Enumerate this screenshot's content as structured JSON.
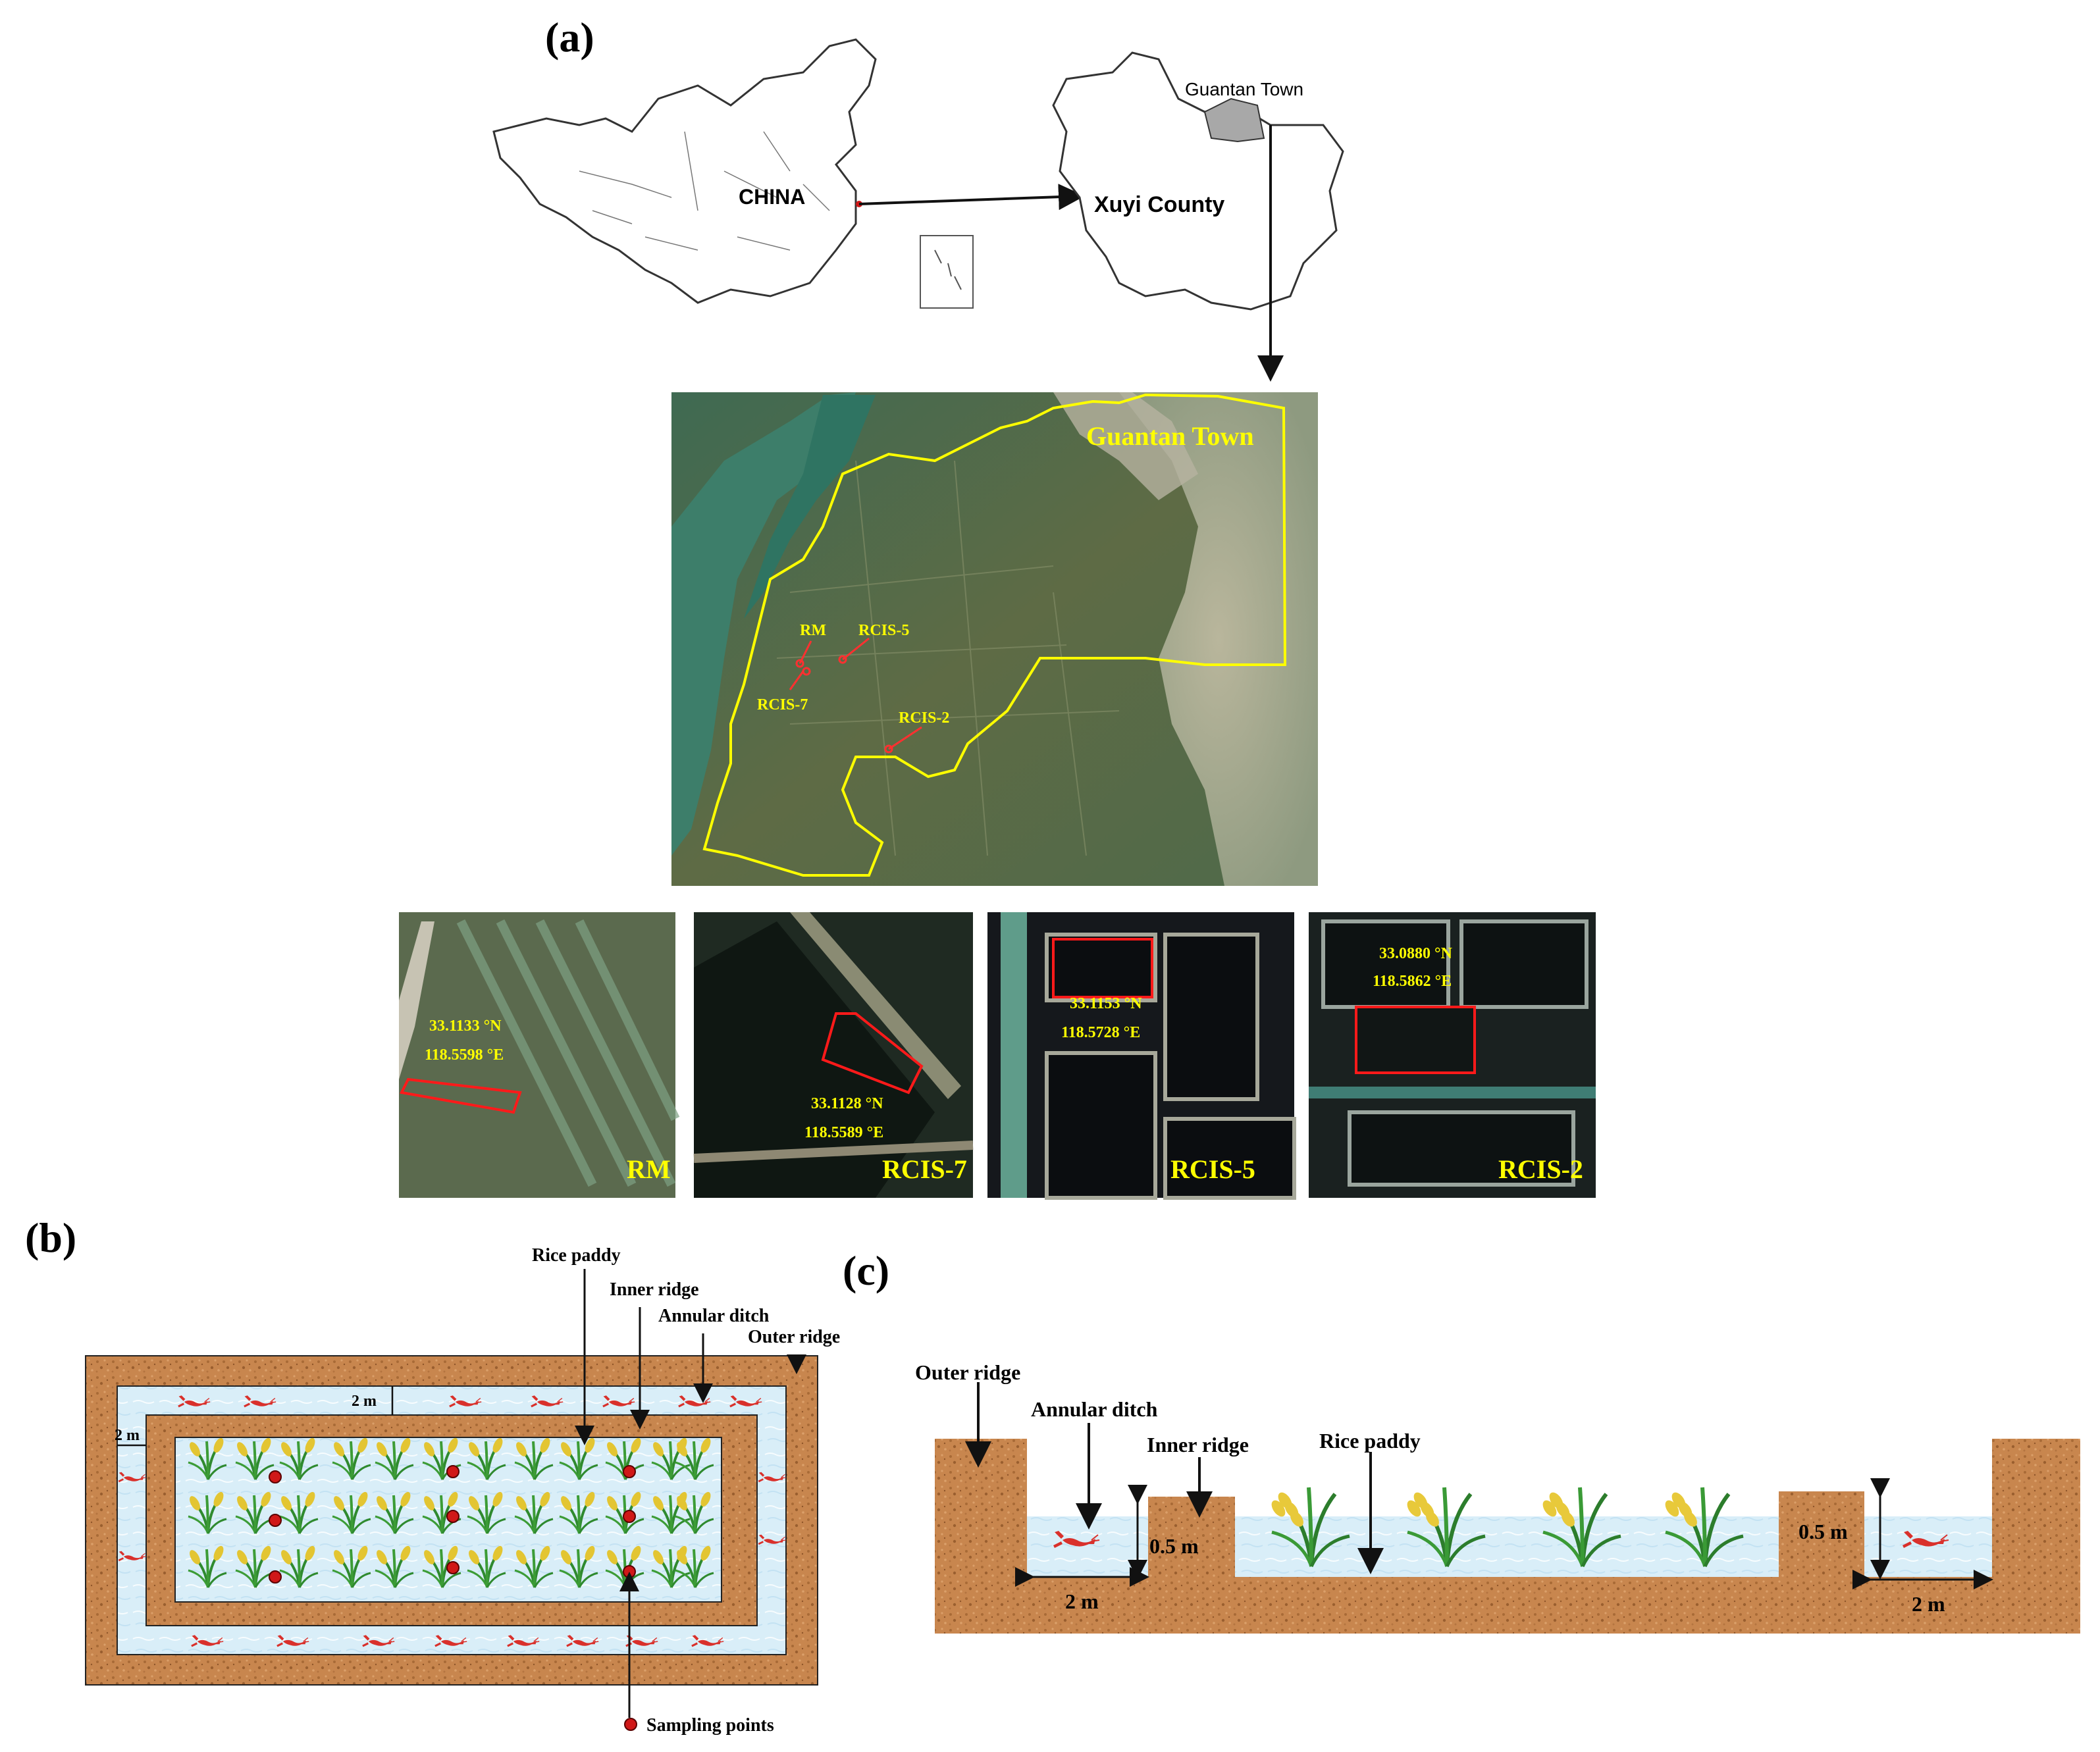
{
  "panel_a": {
    "label": "(a)",
    "china_label": "CHINA",
    "county_label": "Xuyi County",
    "town_label": "Guantan Town",
    "satellite_town_label": "Guantan Town",
    "site_labels": {
      "rm": "RM",
      "rcis5": "RCIS-5",
      "rcis7": "RCIS-7",
      "rcis2": "RCIS-2"
    },
    "thumbnails": [
      {
        "name": "RM",
        "lat": "33.1133 °N",
        "lon": "118.5598 °E"
      },
      {
        "name": "RCIS-7",
        "lat": "33.1128 °N",
        "lon": "118.5589 °E"
      },
      {
        "name": "RCIS-5",
        "lat": "33.1153 °N",
        "lon": "118.5728 °E"
      },
      {
        "name": "RCIS-2",
        "lat": "33.0880 °N",
        "lon": "118.5862 °E"
      }
    ]
  },
  "panel_b": {
    "label": "(b)",
    "rice_paddy": "Rice paddy",
    "inner_ridge": "Inner ridge",
    "annular_ditch": "Annular ditch",
    "outer_ridge": "Outer ridge",
    "width_top": "2 m",
    "width_left": "2 m",
    "sampling_points": "Sampling points"
  },
  "panel_c": {
    "label": "(c)",
    "outer_ridge": "Outer ridge",
    "annular_ditch": "Annular ditch",
    "inner_ridge": "Inner ridge",
    "rice_paddy": "Rice paddy",
    "depth_left": "0.5 m",
    "depth_right": "0.5 m",
    "width_left": "2 m",
    "width_right": "2 m"
  },
  "colors": {
    "soil": "#c8864e",
    "soil_dark": "#9a5f2f",
    "water": "#d9eef8",
    "crayfish": "#d9302b",
    "sample_dot": "#d01818",
    "label_yellow": "#ffff00",
    "box_red": "#ff1a1a"
  }
}
